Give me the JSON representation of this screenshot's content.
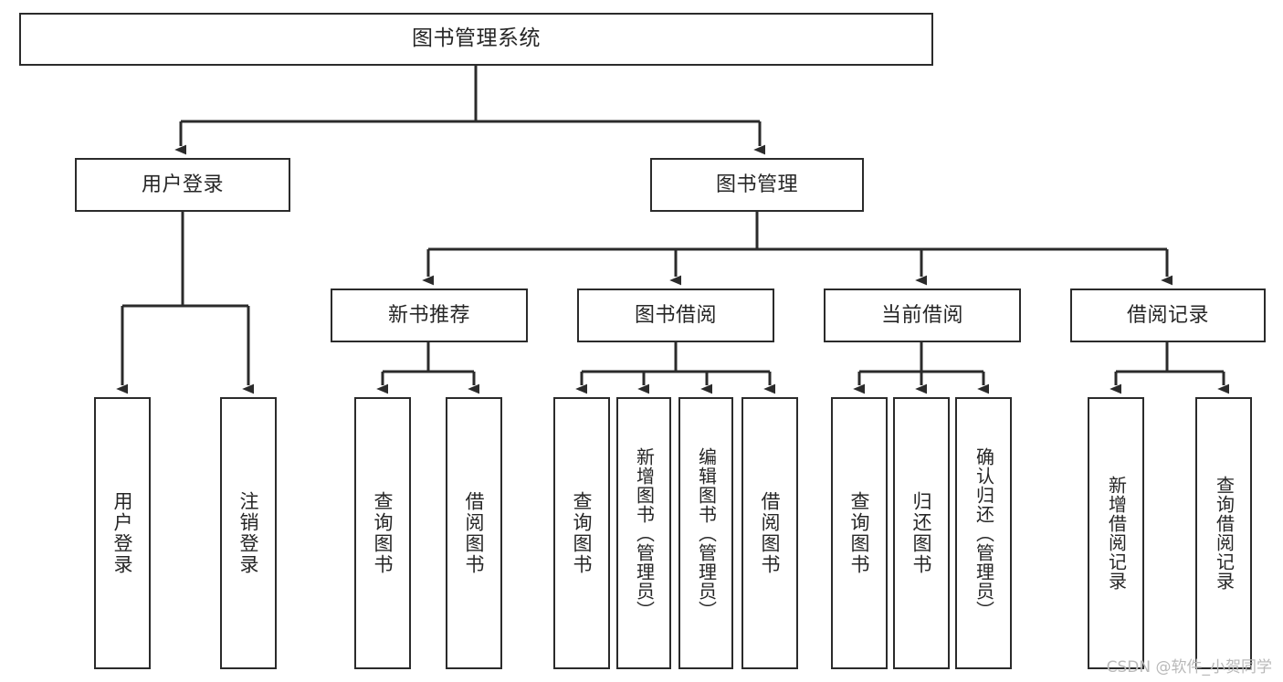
{
  "diagram": {
    "title": "图书管理系统",
    "type": "tree-hierarchy",
    "stroke_color": "#2b2b2b",
    "fill_color": "#ffffff",
    "text_color": "#262626"
  },
  "nodes": {
    "root": {
      "label": "图书管理系统"
    },
    "level2": [
      {
        "id": "user-login",
        "label": "用户登录"
      },
      {
        "id": "book-manage",
        "label": "图书管理"
      }
    ],
    "level3": [
      {
        "id": "new-book-recommend",
        "label": "新书推荐"
      },
      {
        "id": "book-borrow",
        "label": "图书借阅"
      },
      {
        "id": "current-borrow",
        "label": "当前借阅"
      },
      {
        "id": "borrow-record",
        "label": "借阅记录"
      }
    ],
    "leaves": {
      "user_login": [
        {
          "id": "leaf-user-login",
          "label": "用户登录"
        },
        {
          "id": "leaf-logout-login",
          "label": "注销登录"
        }
      ],
      "new_book_recommend": [
        {
          "id": "leaf-query-book-1",
          "label": "查询图书"
        },
        {
          "id": "leaf-borrow-book-1",
          "label": "借阅图书"
        }
      ],
      "book_borrow": [
        {
          "id": "leaf-query-book-2",
          "label": "查询图书"
        },
        {
          "id": "leaf-add-book",
          "label": "新增图书（管理员）"
        },
        {
          "id": "leaf-edit-book",
          "label": "编辑图书（管理员）"
        },
        {
          "id": "leaf-borrow-book-2",
          "label": "借阅图书"
        }
      ],
      "current_borrow": [
        {
          "id": "leaf-query-book-3",
          "label": "查询图书"
        },
        {
          "id": "leaf-return-book",
          "label": "归还图书"
        },
        {
          "id": "leaf-confirm-return",
          "label": "确认归还（管理员）"
        }
      ],
      "borrow_record": [
        {
          "id": "leaf-add-borrow-record",
          "label": "新增借阅记录"
        },
        {
          "id": "leaf-query-borrow-record",
          "label": "查询借阅记录"
        }
      ]
    }
  },
  "watermark": {
    "text": "CSDN @软件_小贺同学"
  }
}
